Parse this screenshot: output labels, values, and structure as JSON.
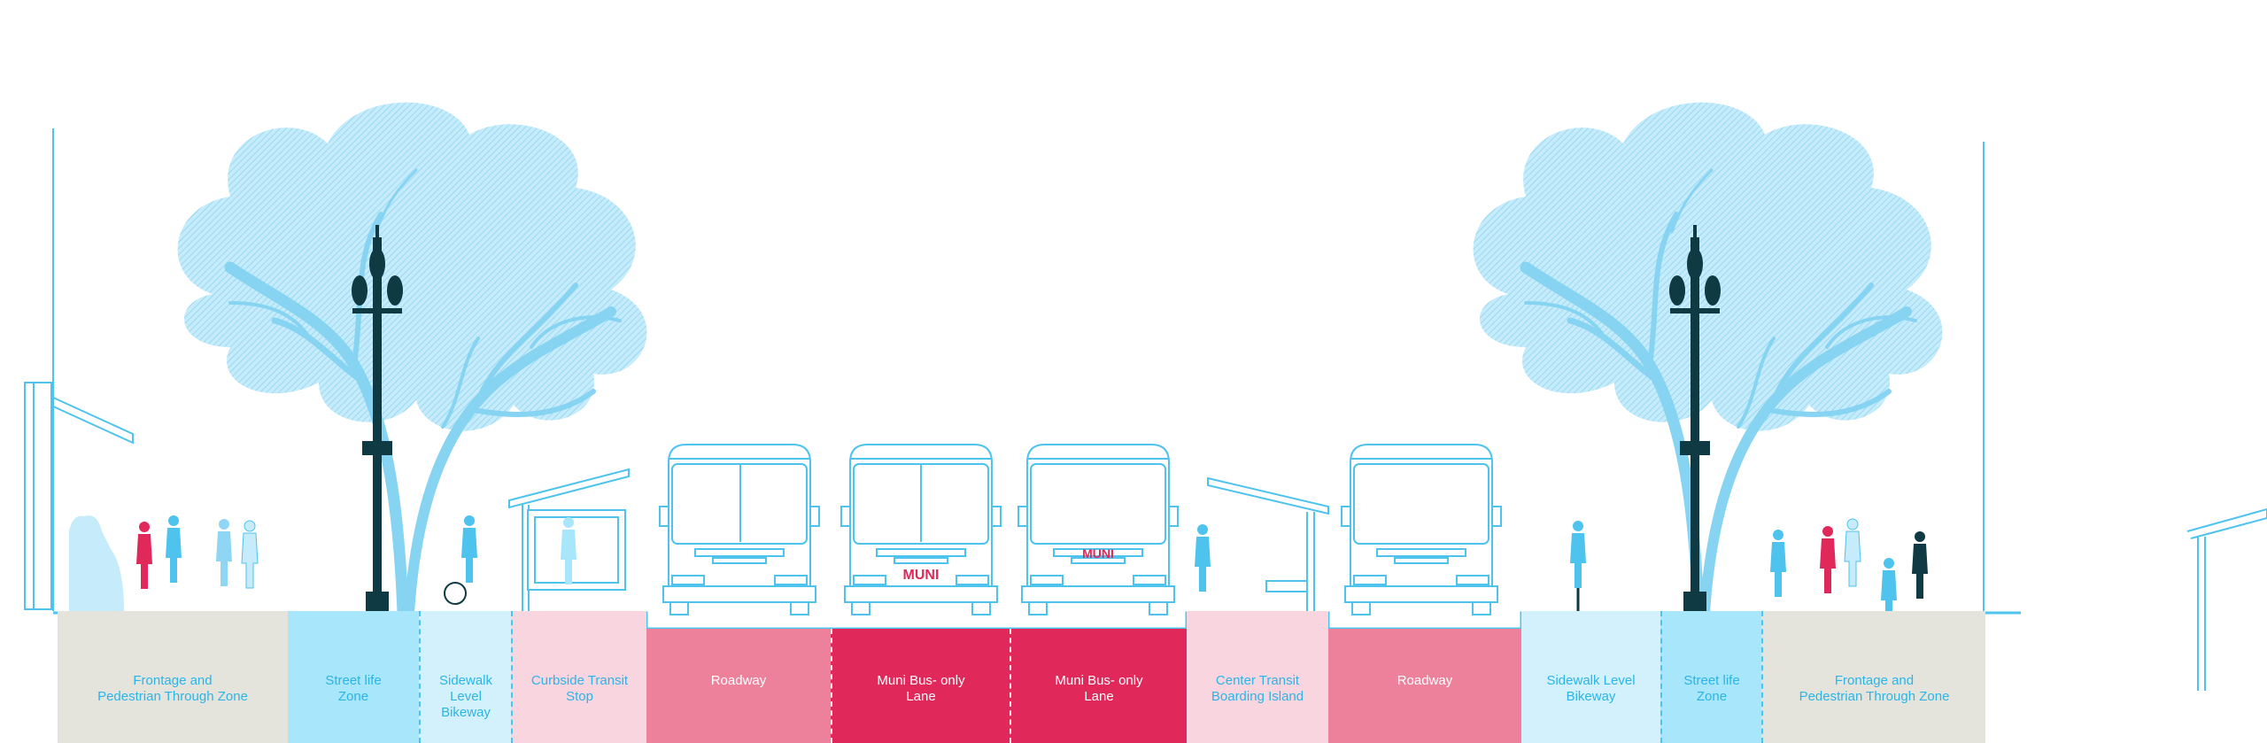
{
  "zones": [
    {
      "id": "frontage-left",
      "label": "Frontage and\nPedestrian Through Zone"
    },
    {
      "id": "street-life-left",
      "label": "Street life\nZone"
    },
    {
      "id": "sidewalk-bikeway-left",
      "label": "Sidewalk\nLevel\nBikeway"
    },
    {
      "id": "curbside-transit",
      "label": "Curbside Transit\nStop"
    },
    {
      "id": "roadway-left",
      "label": "Roadway"
    },
    {
      "id": "muni-lane-1",
      "label": "Muni Bus- only\nLane"
    },
    {
      "id": "muni-lane-2",
      "label": "Muni Bus- only\nLane"
    },
    {
      "id": "center-island",
      "label": "Center Transit\nBoarding Island"
    },
    {
      "id": "roadway-right",
      "label": "Roadway"
    },
    {
      "id": "sidewalk-bikeway-right",
      "label": "Sidewalk Level\nBikeway"
    },
    {
      "id": "street-life-right",
      "label": "Street life\nZone"
    },
    {
      "id": "frontage-right",
      "label": "Frontage and\nPedestrian Through Zone"
    }
  ],
  "bus_logo": "MUNI",
  "colors": {
    "frontage": "#e4e4dd",
    "street_life": "#a7e6fb",
    "bikeway": "#d3f1fc",
    "transit_stop": "#f9d5df",
    "roadway": "#ed819b",
    "muni_lane": "#e0285a",
    "line": "#4ec3ee",
    "lamp": "#0f3a44",
    "tree": "#a9dff6"
  }
}
